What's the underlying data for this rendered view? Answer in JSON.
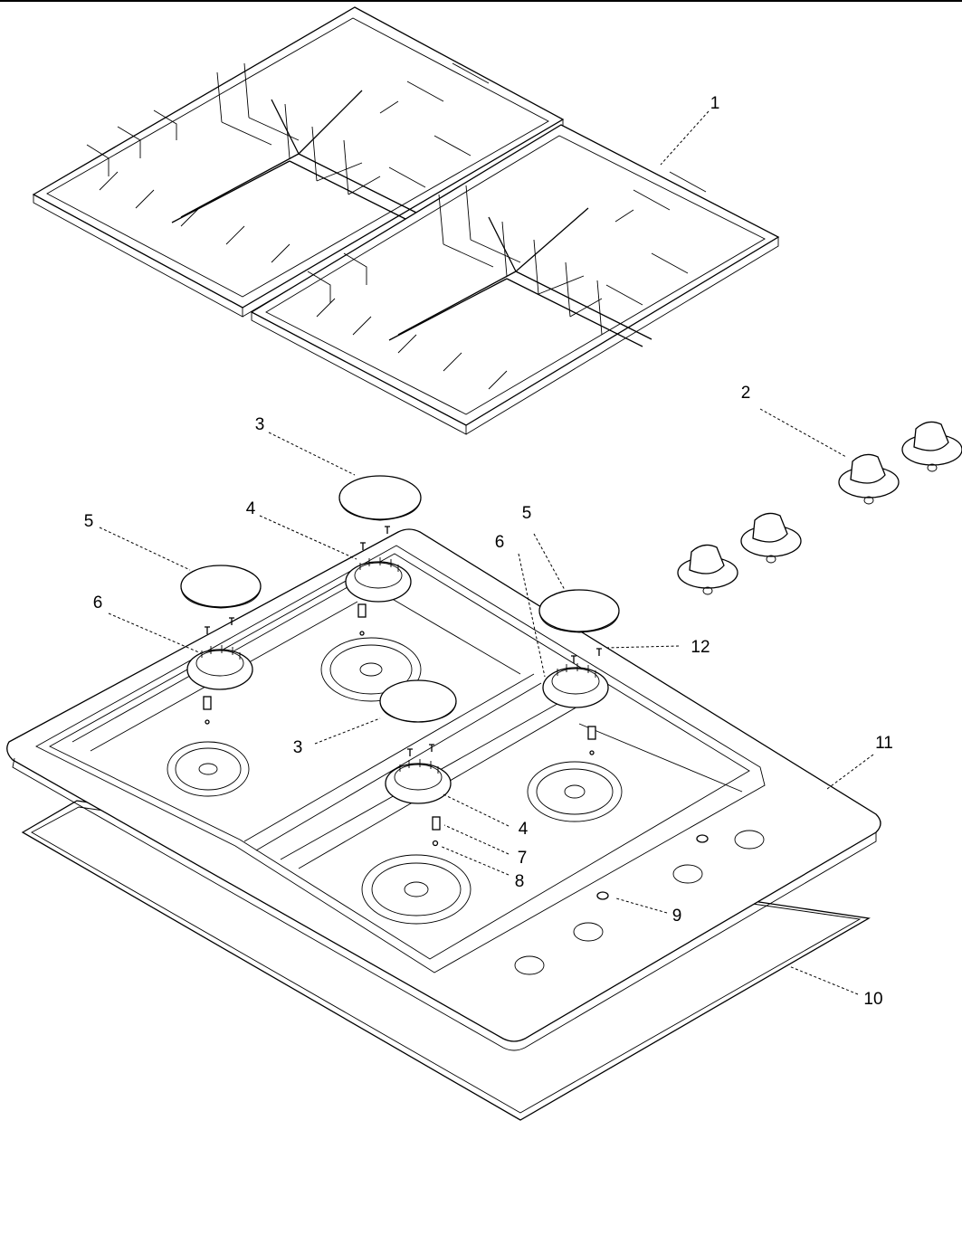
{
  "diagram": {
    "callouts": [
      {
        "id": "c1",
        "label": "1"
      },
      {
        "id": "c2",
        "label": "2"
      },
      {
        "id": "c3a",
        "label": "3"
      },
      {
        "id": "c3b",
        "label": "3"
      },
      {
        "id": "c4a",
        "label": "4"
      },
      {
        "id": "c4b",
        "label": "4"
      },
      {
        "id": "c5a",
        "label": "5"
      },
      {
        "id": "c5b",
        "label": "5"
      },
      {
        "id": "c6a",
        "label": "6"
      },
      {
        "id": "c6b",
        "label": "6"
      },
      {
        "id": "c7",
        "label": "7"
      },
      {
        "id": "c8",
        "label": "8"
      },
      {
        "id": "c9",
        "label": "9"
      },
      {
        "id": "c10",
        "label": "10"
      },
      {
        "id": "c11",
        "label": "11"
      },
      {
        "id": "c12",
        "label": "12"
      }
    ]
  }
}
